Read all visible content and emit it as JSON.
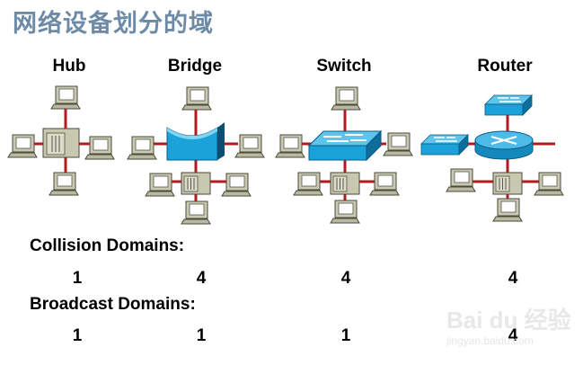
{
  "title": "网络设备划分的域",
  "devices": [
    {
      "label": "Hub"
    },
    {
      "label": "Bridge"
    },
    {
      "label": "Switch"
    },
    {
      "label": "Router"
    }
  ],
  "rows": [
    {
      "label": "Collision Domains:",
      "values": [
        "1",
        "4",
        "4",
        "4"
      ]
    },
    {
      "label": "Broadcast Domains:",
      "values": [
        "1",
        "1",
        "1",
        "4"
      ]
    }
  ],
  "colors": {
    "title": "#6d8ba6",
    "link": "#b01c22",
    "device_blue": "#1ba3d9",
    "pc_body": "#c5c5ad"
  },
  "watermark": {
    "brand": "Bai du 经验",
    "url": "jingyan.baidu.com"
  }
}
